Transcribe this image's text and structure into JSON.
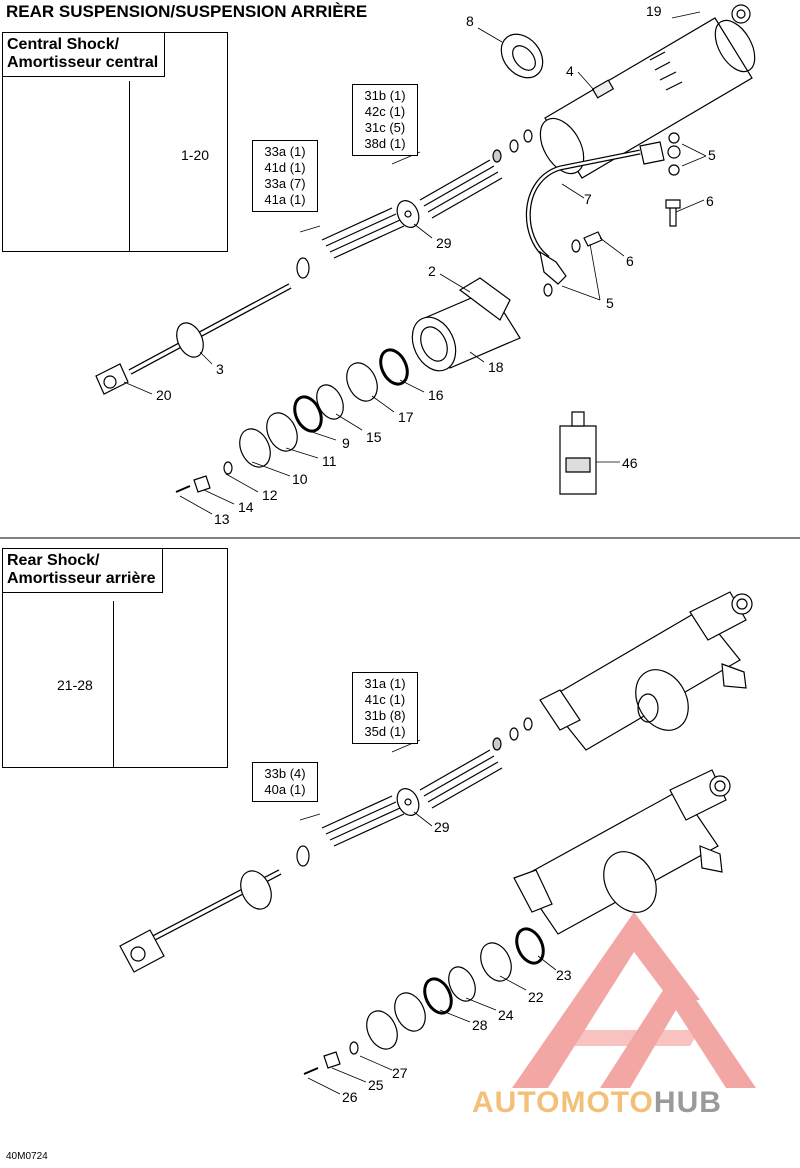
{
  "page": {
    "title": "REAR SUSPENSION/SUSPENSION ARRIÈRE",
    "doc_id": "40M0724"
  },
  "central_inset": {
    "heading_line1": "Central Shock/",
    "heading_line2": "Amortisseur central",
    "ref_label": "1-20"
  },
  "rear_inset": {
    "heading_line1": "Rear Shock/",
    "heading_line2": "Amortisseur arrière",
    "ref_label": "21-28"
  },
  "central_boxes": {
    "box_a": [
      "31b (1)",
      "42c (1)",
      "31c (5)",
      "38d (1)"
    ],
    "box_b": [
      "33a (1)",
      "41d (1)",
      "33a (7)",
      "41a (1)"
    ]
  },
  "rear_boxes": {
    "box_a": [
      "31a (1)",
      "41c (1)",
      "31b (8)",
      "35d (1)"
    ],
    "box_b": [
      "33b (4)",
      "40a (1)"
    ]
  },
  "callouts": {
    "c19": "19",
    "c8": "8",
    "c4": "4",
    "c5a": "5",
    "c6a": "6",
    "c7": "7",
    "c6b": "6",
    "c5b": "5",
    "c2": "2",
    "c29a": "29",
    "c18": "18",
    "c3": "3",
    "c20": "20",
    "c16": "16",
    "c17": "17",
    "c15": "15",
    "c9": "9",
    "c11": "11",
    "c10": "10",
    "c12": "12",
    "c14": "14",
    "c13": "13",
    "c46": "46",
    "c29b": "29",
    "c23": "23",
    "c22": "22",
    "c24": "24",
    "c28": "28",
    "c27": "27",
    "c25": "25",
    "c26": "26"
  },
  "watermark": {
    "part1": "AUTOMOTO",
    "part2": "HUB",
    "color_primary": "#f3c07a",
    "color_secondary": "#9a9a9a",
    "logo_color": "#f08a86"
  }
}
